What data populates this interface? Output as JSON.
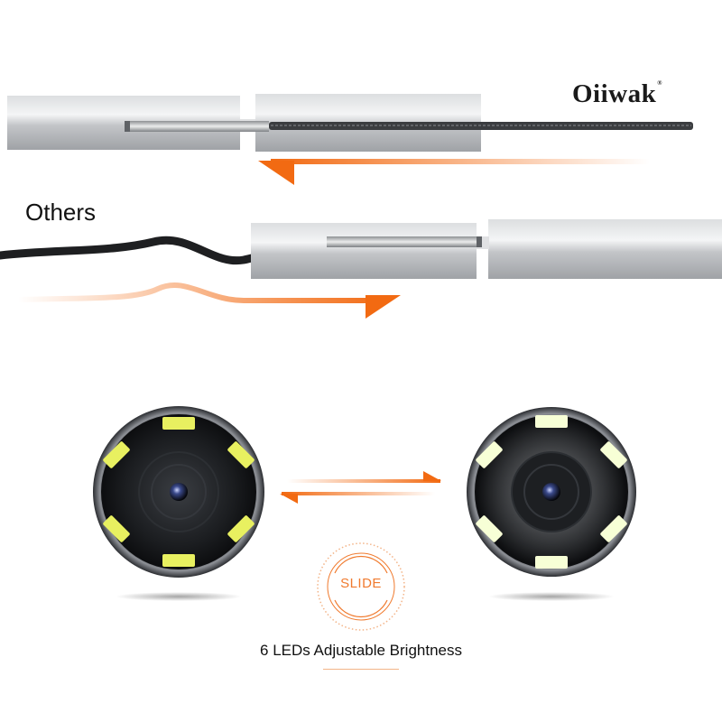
{
  "brand": {
    "name": "Oiiwak",
    "mark": "®"
  },
  "comparison": {
    "label": "Others"
  },
  "slider": {
    "label": "SLIDE"
  },
  "caption": "6 LEDs Adjustable Brightness",
  "colors": {
    "accent": "#f07a2e",
    "arrow": "#f26a12",
    "metal": "#c9cbce",
    "led_bright": "#f7ffd6",
    "led_dim": "#e8f060",
    "lens_body": "#1b1d20"
  },
  "brightness": {
    "left_camera_leds": 6,
    "right_camera_leds": 6
  }
}
